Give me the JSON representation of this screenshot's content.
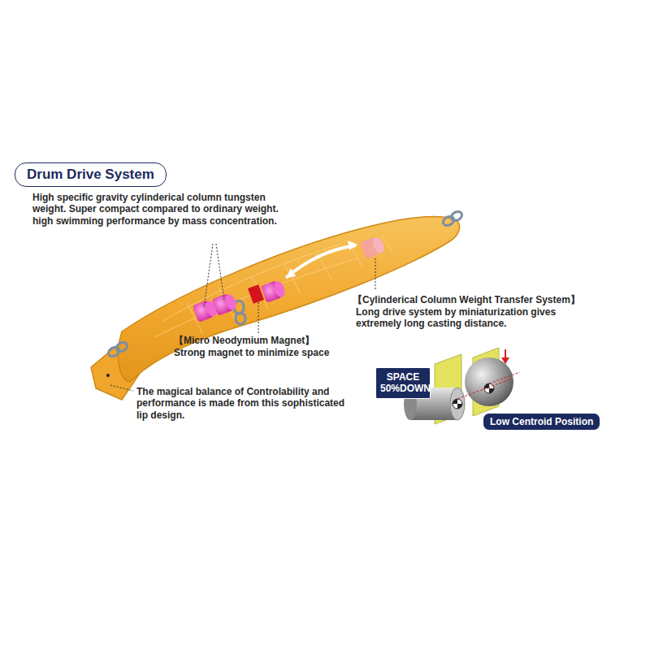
{
  "diagram": {
    "nodes": [
      {
        "text": [
          "Drum Drive System"
        ]
      },
      {
        "text": [
          "SPACE 50%DOWN"
        ]
      },
      {
        "text": [
          "Low Centroid Position"
        ]
      }
    ],
    "labels": [
      "High specific gravity cylinderical column tungsten weight. Super compact compared to ordinary weight. high swimming performance by mass concentration.",
      "【Micro Neodymium Magnet】",
      "Strong magnet to minimize space",
      "【Cylinderical Column Weight Transfer System】",
      "Long drive system by miniaturization gives extremely long casting distance.",
      "The magical balance of Controlability and performance is made from this sophisticated lip design."
    ]
  }
}
